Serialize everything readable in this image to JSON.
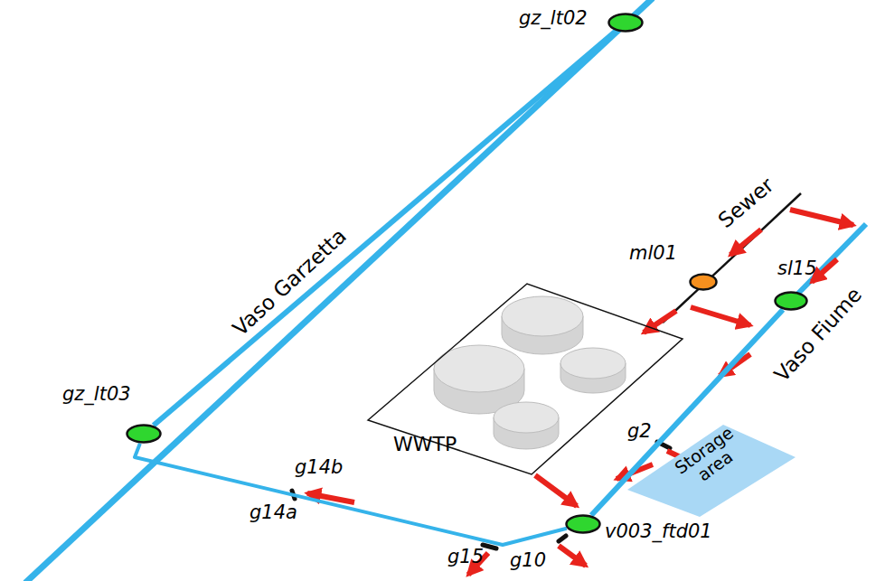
{
  "diagram": {
    "nodes": [
      {
        "text": [
          "gz_lt02"
        ]
      },
      {
        "text": [
          "gz_lt03"
        ]
      },
      {
        "text": [
          "ml01"
        ]
      },
      {
        "text": [
          "sl15"
        ]
      },
      {
        "text": [
          "WWTP"
        ]
      },
      {
        "text": [
          "Storage area"
        ]
      },
      {
        "text": [
          "v003_ftd01"
        ]
      }
    ],
    "edges": [
      {
        "from": 0,
        "to": 1,
        "arrow": "none"
      },
      {
        "from": 1,
        "to": 6,
        "arrow": "none"
      },
      {
        "from": 3,
        "to": 6,
        "arrow": "none"
      }
    ],
    "labels": [
      "Vaso Garzetta",
      "Sewer",
      "Vaso Fiume",
      "g2",
      "g14b",
      "g14a",
      "g15",
      "g10"
    ]
  }
}
